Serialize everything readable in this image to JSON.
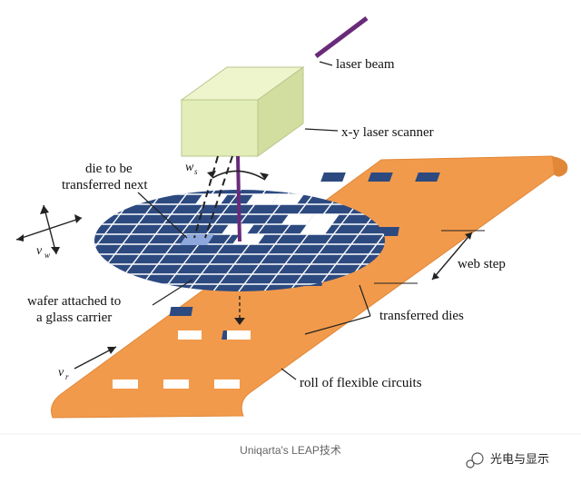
{
  "labels": {
    "laser_beam": "laser beam",
    "laser_scanner": "x-y laser scanner",
    "die_to_be": "die to be",
    "transferred_next": "transferred next",
    "ws": "w",
    "ws_sub": "s",
    "vw": "v",
    "vw_sub": "w",
    "web_step": "web step",
    "wafer_line1": "wafer attached to",
    "wafer_line2": "a glass carrier",
    "transferred_dies": "transferred dies",
    "vr": "v",
    "vr_sub": "r",
    "roll": "roll of flexible circuits"
  },
  "footer": {
    "caption": "Uniqarta's LEAP技术",
    "brand": "光电与显示"
  },
  "colors": {
    "roll": "#F29A4B",
    "wafer": "#2D4A80",
    "die": "#2D4A80",
    "pad": "#FFFFFF",
    "scanner_box": "#E3EDB8",
    "laser": "#6A2A7A"
  }
}
